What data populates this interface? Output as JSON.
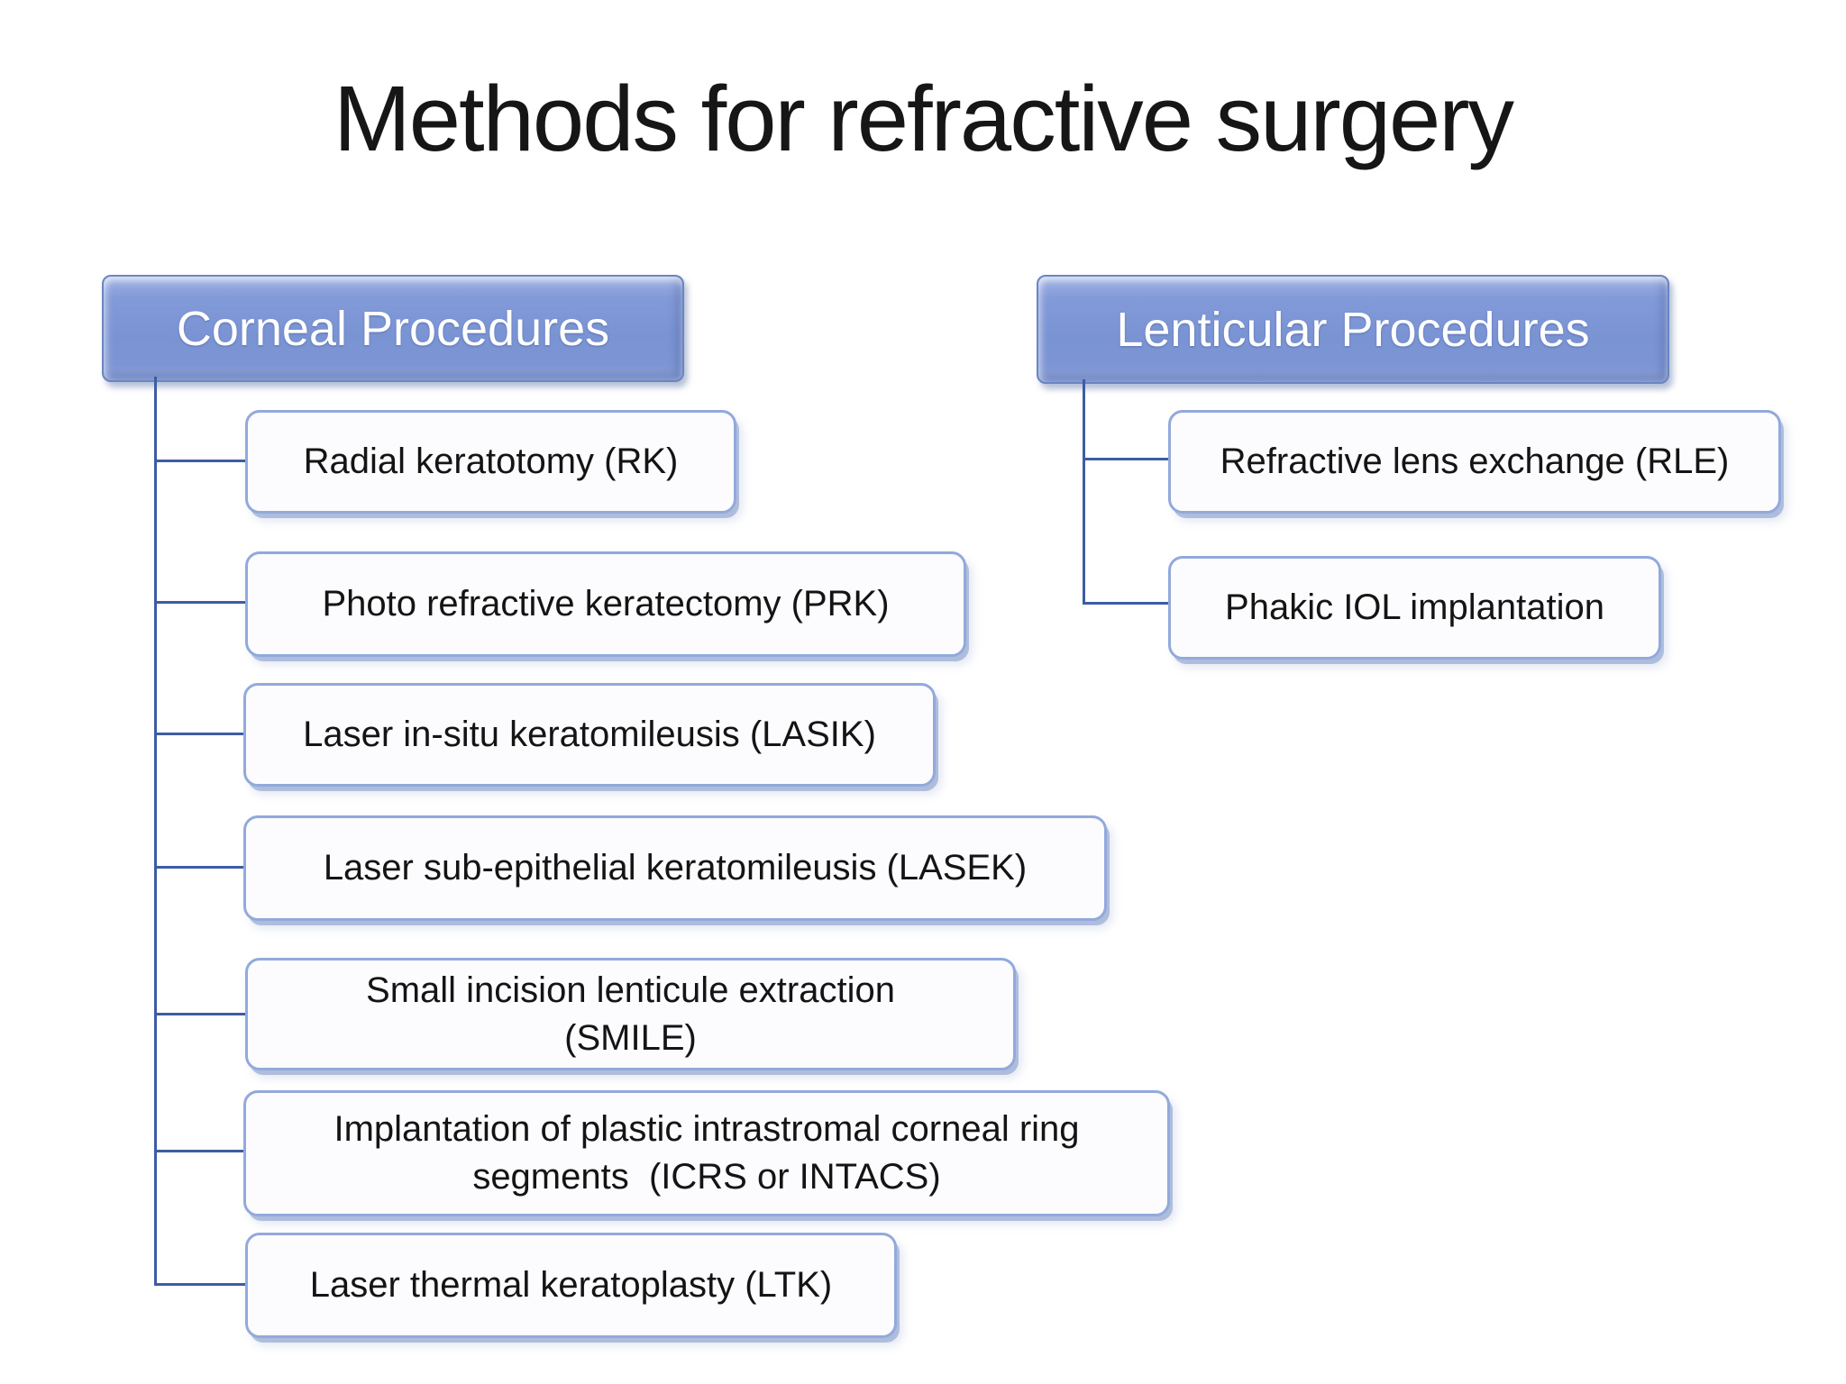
{
  "slide": {
    "title": "Methods for refractive surgery"
  },
  "colors": {
    "header_fill": "#7d96d4",
    "header_text": "#ffffff",
    "child_fill": "#fcfbfd",
    "child_border": "#92aadb",
    "child_text": "#141414",
    "connector": "#3c5ca3"
  },
  "trees": {
    "corneal": {
      "header": "Corneal Procedures",
      "items": [
        "Radial keratotomy (RK)",
        "Photo refractive keratectomy (PRK)",
        "Laser in-situ keratomileusis (LASIK)",
        "Laser sub-epithelial keratomileusis (LASEK)",
        "Small incision lenticule extraction\n(SMILE)",
        "Implantation of plastic intrastromal corneal ring\nsegments  (ICRS or INTACS)",
        "Laser thermal keratoplasty (LTK)"
      ]
    },
    "lenticular": {
      "header": "Lenticular Procedures",
      "items": [
        "Refractive lens exchange (RLE)",
        "Phakic IOL implantation"
      ]
    }
  }
}
